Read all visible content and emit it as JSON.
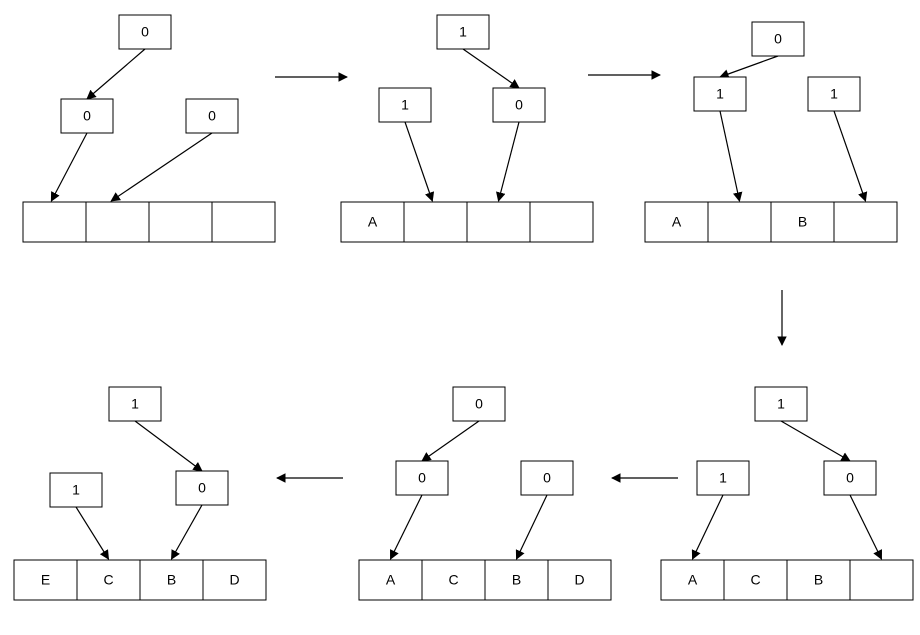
{
  "panels": [
    {
      "node_values": [
        "0",
        "0",
        "0"
      ],
      "cell_labels": [
        "",
        "",
        "",
        ""
      ]
    },
    {
      "node_values": [
        "1",
        "1",
        "0"
      ],
      "cell_labels": [
        "A",
        "",
        "",
        ""
      ]
    },
    {
      "node_values": [
        "0",
        "1",
        "1"
      ],
      "cell_labels": [
        "A",
        "",
        "B",
        ""
      ]
    },
    {
      "node_values": [
        "1",
        "0",
        "1"
      ],
      "cell_labels": [
        "A",
        "C",
        "B",
        ""
      ]
    },
    {
      "node_values": [
        "0",
        "0",
        "0"
      ],
      "cell_labels": [
        "A",
        "C",
        "B",
        "D"
      ]
    },
    {
      "node_values": [
        "1",
        "1",
        "0"
      ],
      "cell_labels": [
        "E",
        "C",
        "B",
        "D"
      ]
    }
  ],
  "colors": {
    "line": "#000000",
    "background": "#ffffff"
  }
}
